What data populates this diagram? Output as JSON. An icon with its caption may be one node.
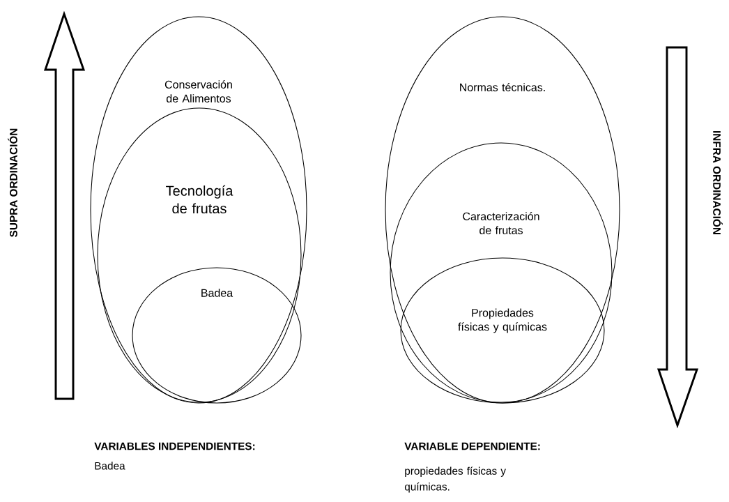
{
  "diagram": {
    "nodes": [
      {
        "text": [
          "Conservación de Alimentos"
        ]
      },
      {
        "text": [
          "Tecnología de frutas"
        ],
        "in": 0
      },
      {
        "text": [
          "Badea"
        ],
        "in": 1
      },
      {
        "text": [
          "Normas técnicas."
        ]
      },
      {
        "text": [
          "Caracterización de frutas"
        ],
        "in": 3
      },
      {
        "text": [
          "Propiedades físicas y químicas"
        ],
        "in": 4
      }
    ],
    "labels": [
      "SUPRA ORDINACIÓN",
      "INFRA ORDINACIÓN",
      "VARIABLES INDEPENDIENTES:",
      "Badea",
      "VARIABLE DEPENDIENTE:",
      "propiedades físicas y químicas."
    ]
  }
}
